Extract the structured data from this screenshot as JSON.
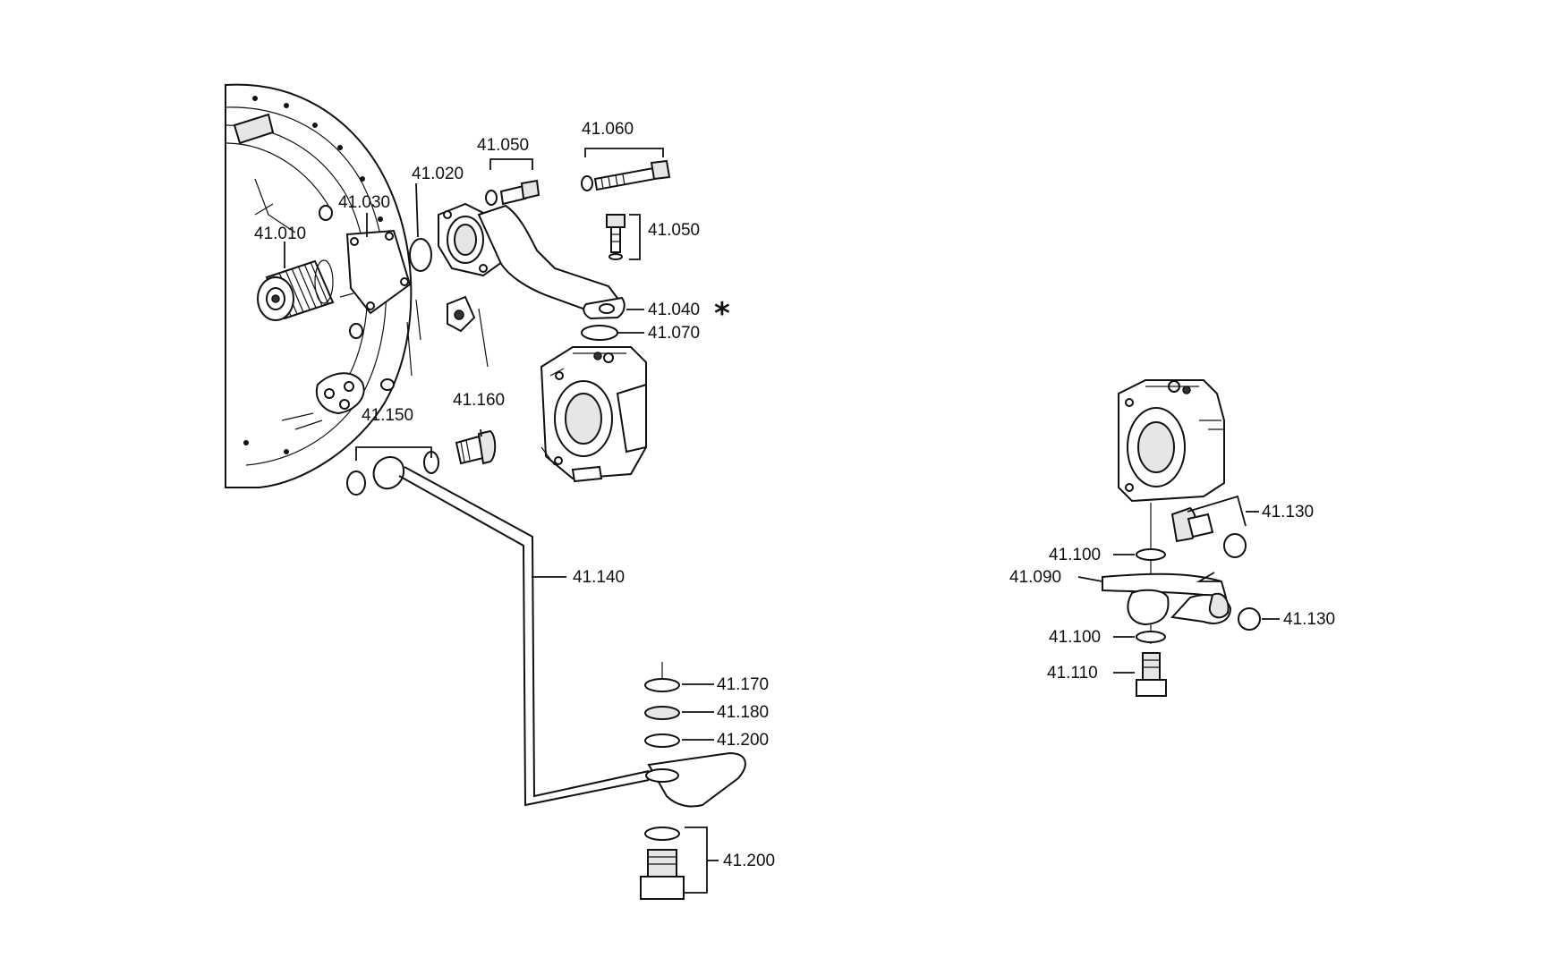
{
  "labels": {
    "p41010": "41.010",
    "p41020": "41.020",
    "p41030": "41.030",
    "p41040": "41.040",
    "p41040_mark": "*",
    "p41050_top": "41.050",
    "p41050_side": "41.050",
    "p41060": "41.060",
    "p41070": "41.070",
    "p41090": "41.090",
    "p41100_top": "41.100",
    "p41100_bottom": "41.100",
    "p41110": "41.110",
    "p41130_top": "41.130",
    "p41130_bottom": "41.130",
    "p41140": "41.140",
    "p41150": "41.150",
    "p41160": "41.160",
    "p41170": "41.170",
    "p41180": "41.180",
    "p41200_top": "41.200",
    "p41200_bottom": "41.200"
  }
}
